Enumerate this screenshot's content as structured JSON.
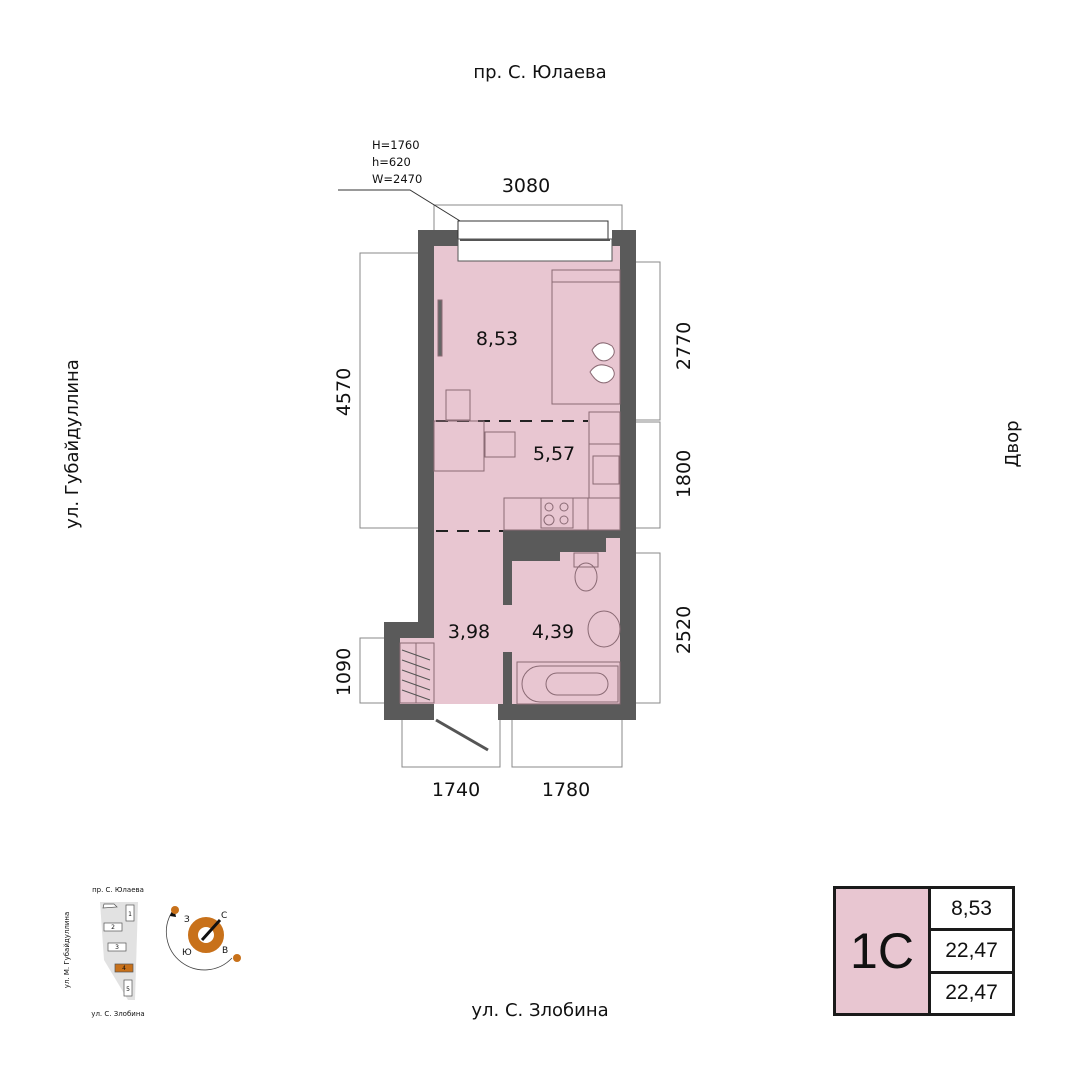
{
  "streets": {
    "top": "пр. С. Юлаева",
    "bottom": "ул. С. Злобина",
    "left": "ул. Губайдуллина",
    "right": "Двор"
  },
  "window_note": {
    "H": "H=1760",
    "h": "h=620",
    "W": "W=2470"
  },
  "dimensions": {
    "top": "3080",
    "left_main": "4570",
    "left_small": "1090",
    "right_1": "2770",
    "right_2": "1800",
    "right_3": "2520",
    "bottom_1": "1740",
    "bottom_2": "1780"
  },
  "rooms": [
    {
      "name": "living",
      "area": "8,53"
    },
    {
      "name": "kitchen",
      "area": "5,57"
    },
    {
      "name": "hall",
      "area": "3,98"
    },
    {
      "name": "bathroom",
      "area": "4,39"
    }
  ],
  "site_plan": {
    "top_street": "пр. С. Юлаева",
    "bottom_street": "ул. С. Злобина",
    "left_street": "ул. М. Губайдуллина",
    "buildings": [
      "1",
      "2",
      "3",
      "4",
      "5"
    ],
    "highlighted": "4"
  },
  "compass": {
    "north": "С",
    "west": "З",
    "south": "Ю",
    "east": "В"
  },
  "legend": {
    "type": "1С",
    "living_area": "8,53",
    "total_area": "22,47",
    "total_area_2": "22,47"
  },
  "colors": {
    "room": "#e8c6d1",
    "wall": "#5a5a5a",
    "accent": "#c8711a"
  }
}
